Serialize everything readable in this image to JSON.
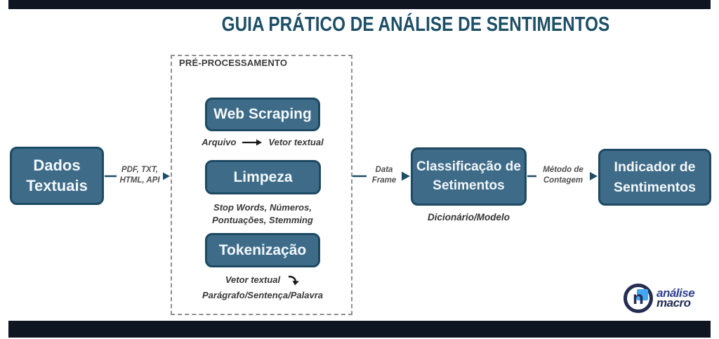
{
  "title": "GUIA PRÁTICO DE ANÁLISE DE SENTIMENTOS",
  "colors": {
    "bar": "#101522",
    "node_fill": "#3e6b88",
    "node_border": "#1d4a63",
    "arrow": "#1d4e68",
    "title_text": "#1d4f66",
    "caption_text": "#383838",
    "logo_navy": "#252e52",
    "logo_blue": "#3fa9f5"
  },
  "preprocess": {
    "title": "PRÉ-PROCESSAMENTO",
    "caption_web": {
      "left": "Arquivo",
      "right": "Vetor textual"
    },
    "caption_limpeza": [
      "Stop Words, Números,",
      "Pontuações, Stemming"
    ],
    "caption_token": {
      "line1": "Vetor textual",
      "line2": "Parágrafo/Sentença/Palavra"
    }
  },
  "nodes": {
    "dados": {
      "line1": "Dados",
      "line2": "Textuais"
    },
    "web_scraping": {
      "label": "Web Scraping"
    },
    "limpeza": {
      "label": "Limpeza"
    },
    "tokenizacao": {
      "label": "Tokenização"
    },
    "classificacao": {
      "line1": "Classificação de",
      "line2": "Setimentos",
      "sub": "Dicionário/Modelo"
    },
    "indicador": {
      "line1": "Indicador de",
      "line2": "Sentimentos"
    }
  },
  "edges": {
    "e1": {
      "line1": "PDF, TXT,",
      "line2": "HTML, API"
    },
    "e2": {
      "line1": "Data",
      "line2": "Frame"
    },
    "e3": {
      "line1": "Método de",
      "line2": "Contagem"
    }
  },
  "logo": {
    "word1": "análise",
    "word2": "macro",
    "glyph": "n"
  }
}
